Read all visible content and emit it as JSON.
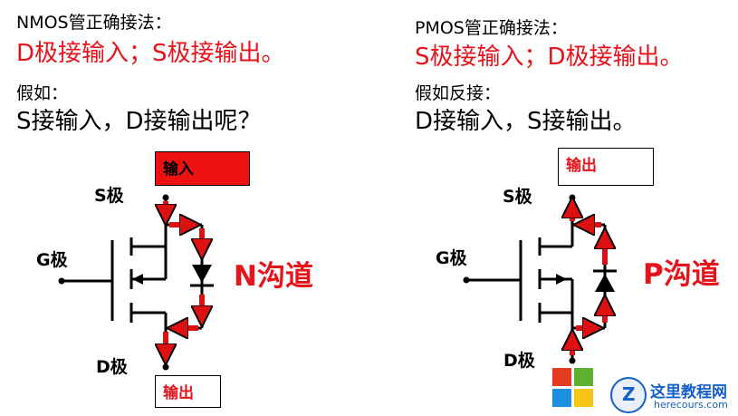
{
  "left": {
    "heading": "NMOS管正确接法：",
    "correct": "D极接输入；S极接输出。",
    "q_label": "假如：",
    "question": "S接输入，D接输出呢？",
    "top_box": "输入",
    "bottom_box": "输出",
    "s_label": "S极",
    "g_label": "G极",
    "d_label": "D极",
    "channel": "N沟道"
  },
  "right": {
    "heading": "PMOS管正确接法：",
    "correct": "S极接输入；D极接输出。",
    "q_label": "假如反接：",
    "question": "D接输入，S接输出。",
    "top_box": "输出",
    "s_label": "S极",
    "g_label": "G极",
    "d_label": "D极",
    "channel": "P沟道"
  },
  "watermark": {
    "name": "这里教程网",
    "url": "herecours.com"
  },
  "colors": {
    "accent_red": "#e8121b",
    "arrow_red": "#dd1111",
    "watermark_blue": "#1560c8"
  }
}
